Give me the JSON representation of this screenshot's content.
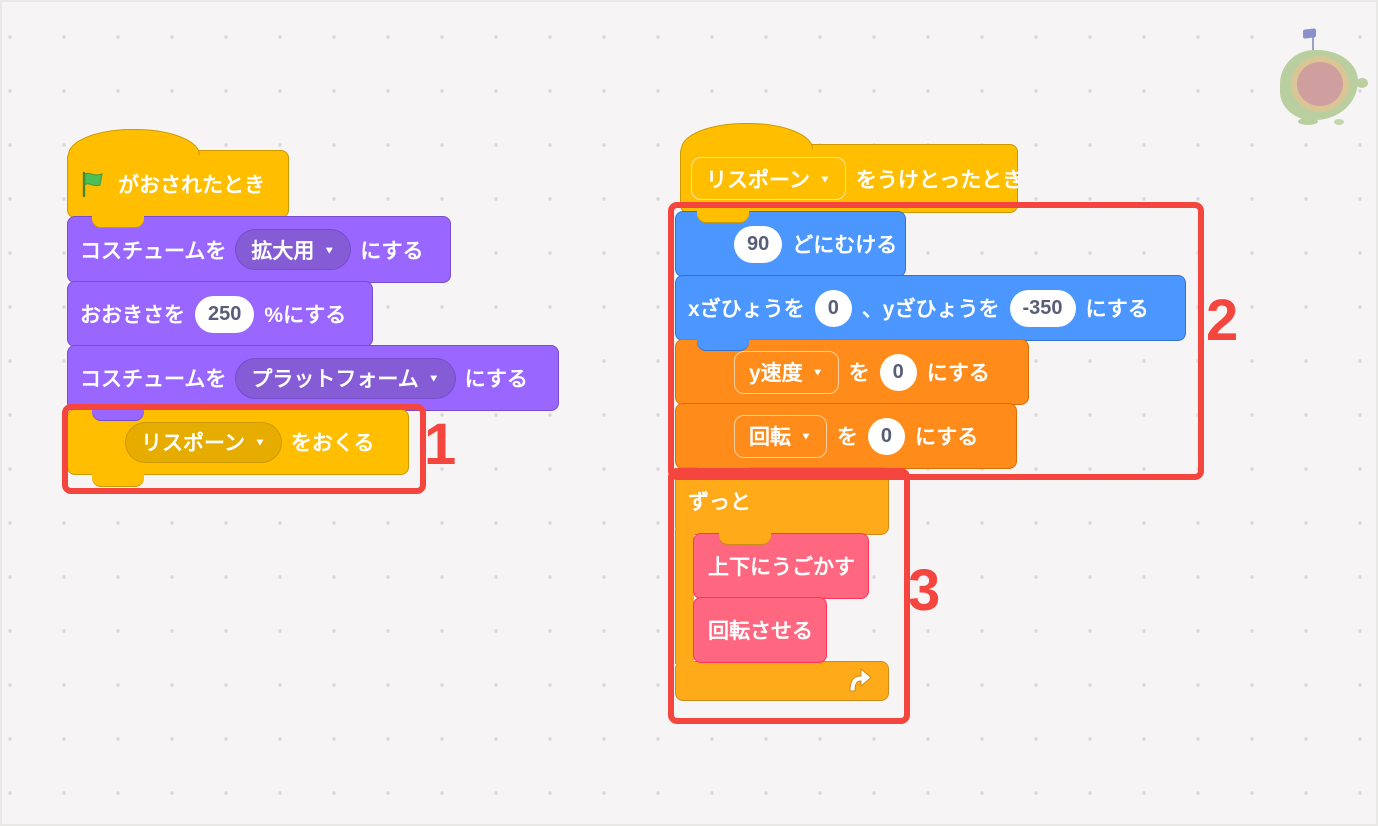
{
  "ui": {
    "caret": "▼"
  },
  "colors": {
    "background": "#f6f4f4",
    "annotation_red": "#F4453E",
    "events_gold": "#FFBF00",
    "looks_purple": "#9966FF",
    "motion_blue": "#4C97FF",
    "variables_orange": "#FF8C1A",
    "control_amber": "#FFAB19",
    "myblocks_pink": "#FF6680"
  },
  "left_script": {
    "hat_flag": {
      "label": "がおされたとき",
      "icon": "green-flag"
    },
    "costume_zoom": {
      "prefix": "コスチュームを",
      "value": "拡大用",
      "suffix": "にする"
    },
    "set_size": {
      "prefix": "おおきさを",
      "value": "250",
      "suffix": "%にする"
    },
    "costume_platform": {
      "prefix": "コスチュームを",
      "value": "プラットフォーム",
      "suffix": "にする"
    },
    "broadcast": {
      "value": "リスポーン",
      "suffix": "をおくる"
    }
  },
  "right_script": {
    "hat_receive": {
      "value": "リスポーン",
      "suffix": "をうけとったとき"
    },
    "point_direction": {
      "value": "90",
      "suffix": "どにむける"
    },
    "goto_xy": {
      "t1": "xざひょうを",
      "v1": "0",
      "t2": "、yざひょうを",
      "v2": "-350",
      "t3": "にする"
    },
    "set_yspeed": {
      "variable": "y速度",
      "particle": "を",
      "value": "0",
      "suffix": "にする"
    },
    "set_rotation": {
      "variable": "回転",
      "particle": "を",
      "value": "0",
      "suffix": "にする"
    },
    "forever": {
      "label": "ずっと"
    },
    "custom_updown": {
      "label": "上下にうごかす"
    },
    "custom_rotate": {
      "label": "回転させる"
    }
  },
  "annotations": {
    "step1": "1",
    "step2": "2",
    "step3": "3"
  }
}
